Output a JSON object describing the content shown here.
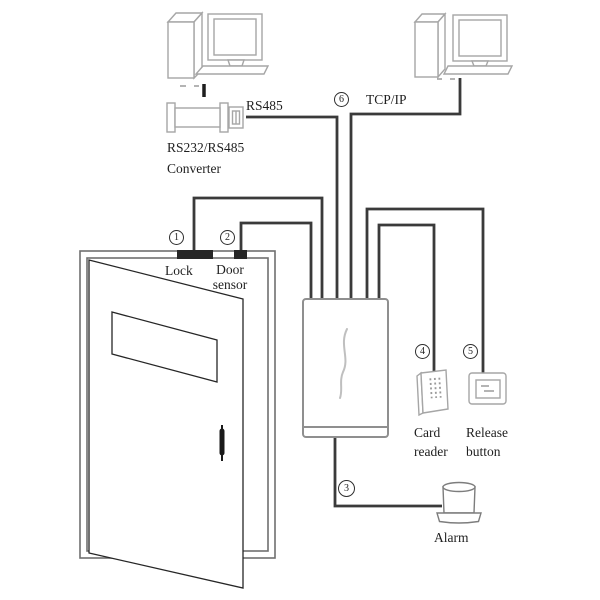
{
  "labels": {
    "rs485": "RS485",
    "tcpip": "TCP/IP",
    "converter": "RS232/RS485 Converter",
    "lock": "Lock",
    "door_sensor": "Door sensor",
    "card_reader": "Card reader",
    "release_button": "Release button",
    "alarm": "Alarm"
  },
  "callouts": {
    "lock": "1",
    "door_sensor": "2",
    "alarm": "3",
    "card_reader": "4",
    "release_button": "5",
    "network": "6"
  },
  "icons": {
    "computer_left": "desktop-computer-icon",
    "computer_right": "desktop-computer-icon",
    "converter": "converter-device-icon",
    "controller": "access-controller-icon",
    "door": "open-door-icon",
    "lock": "door-lock-icon",
    "door_sensor": "door-sensor-icon",
    "card_reader": "card-reader-icon",
    "release_button": "release-button-icon",
    "alarm": "alarm-siren-icon"
  },
  "colors": {
    "wire": "#3a3a3a",
    "outline": "#a6a6a6",
    "door": "#6f6f6f",
    "dark": "#262626",
    "text": "#1f1f1f"
  }
}
